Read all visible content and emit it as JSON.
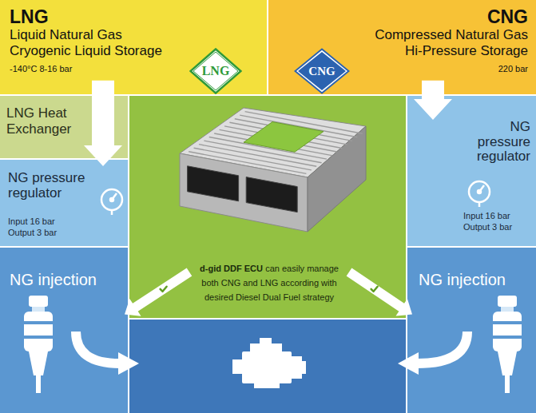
{
  "diagram": {
    "nodes": [
      {
        "text": [
          "LNG",
          "Liquid Natural Gas",
          "Cryogenic Liquid Storage",
          "-140°C 8-16 bar"
        ]
      },
      {
        "text": [
          "LNG"
        ],
        "in": 0
      },
      {
        "text": [
          "CNG",
          "Compressed Natural Gas",
          "Hi-Pressure Storage",
          "220 bar"
        ]
      },
      {
        "text": [
          "CNG"
        ],
        "in": 2
      },
      {
        "text": [
          "LNG Heat Exchanger"
        ]
      },
      {
        "text": [
          "NG pressure regulator",
          "Input 16 bar Output 3 bar"
        ]
      },
      {
        "text": [
          "NG pressure regulator",
          "Input 16 bar Output 3 bar"
        ]
      },
      {
        "text": [
          "d-gid DDF ECU",
          "can easily manage both CNG and LNG according with desired Diesel Dual Fuel strategy"
        ]
      },
      {
        "text": [
          "NG injection"
        ]
      },
      {
        "text": [
          "NG injection"
        ]
      }
    ],
    "edges": [
      {
        "from": 0,
        "to": 5,
        "arrow": "to"
      },
      {
        "from": 2,
        "to": 6,
        "arrow": "to"
      },
      {
        "from": 7,
        "to": 8,
        "arrow": "to"
      },
      {
        "from": 7,
        "to": 9,
        "arrow": "to"
      }
    ]
  }
}
